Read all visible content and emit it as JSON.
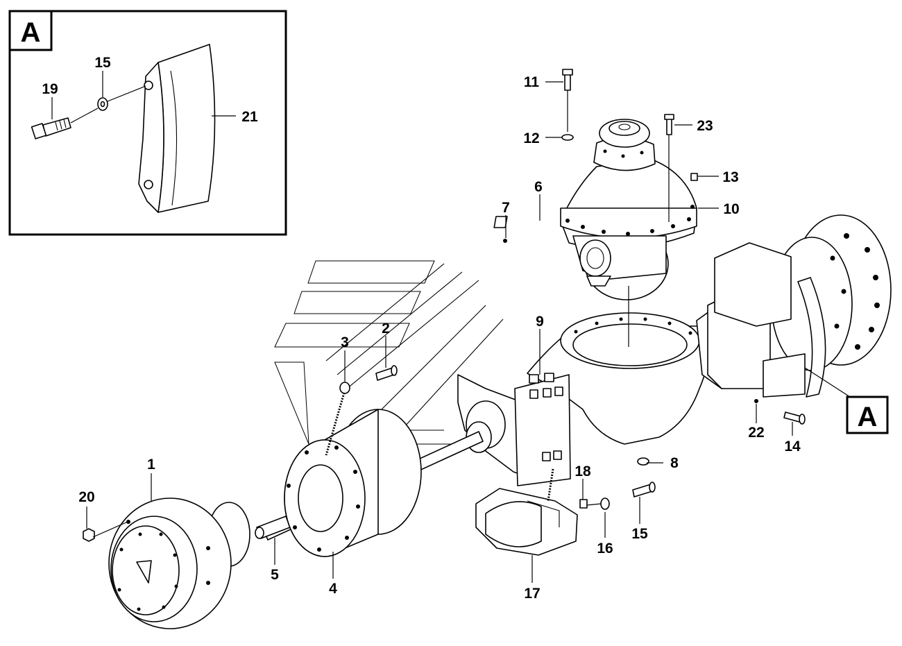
{
  "detail_box": {
    "letter": "A",
    "callouts": {
      "c19": "19",
      "c15": "15",
      "c21": "21"
    }
  },
  "reference_box": {
    "letter": "A"
  },
  "callouts": {
    "c1": "1",
    "c2": "2",
    "c3": "3",
    "c4": "4",
    "c5": "5",
    "c6": "6",
    "c7": "7",
    "c8": "8",
    "c9": "9",
    "c10": "10",
    "c11": "11",
    "c12": "12",
    "c13": "13",
    "c14": "14",
    "c15": "15",
    "c16": "16",
    "c17": "17",
    "c18": "18",
    "c20": "20",
    "c22": "22",
    "c23": "23"
  }
}
